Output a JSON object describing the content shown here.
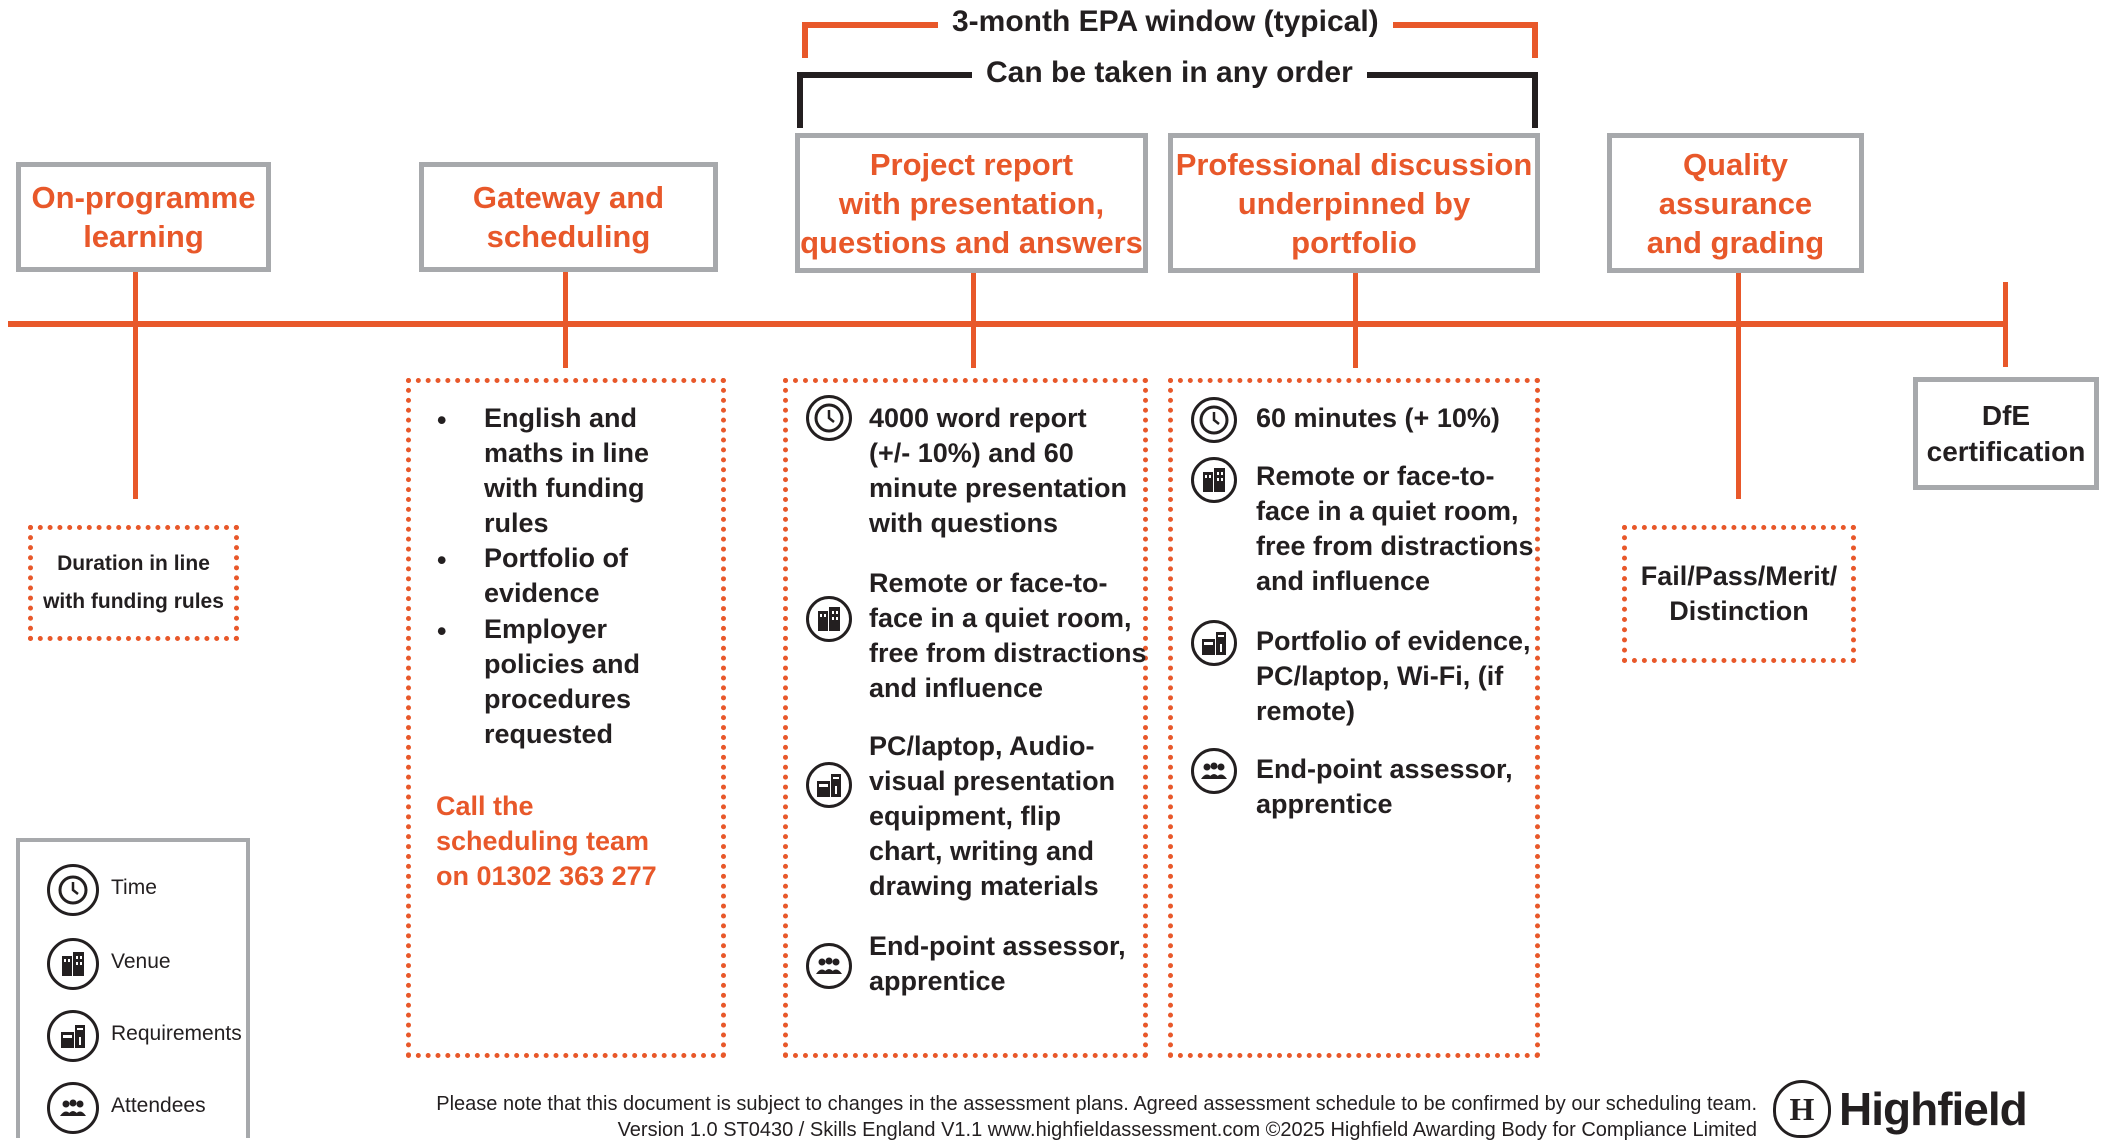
{
  "brackets": {
    "epa_window": "3-month EPA window (typical)",
    "any_order": "Can be taken in any order"
  },
  "stages": {
    "on_programme": "On-programme\nlearning",
    "gateway": "Gateway and\nscheduling",
    "project": "Project report\nwith presentation,\nquestions and answers",
    "professional": "Professional discussion\nunderpinned by\nportfolio",
    "quality": "Quality\nassurance\nand grading",
    "dfe": "DfE\ncertification"
  },
  "details": {
    "duration": "Duration in line\nwith funding rules",
    "gateway_bullets": [
      "English and\nmaths in line\nwith funding\nrules",
      "Portfolio of\nevidence",
      "Employer\npolicies and\nprocedures\nrequested"
    ],
    "call_team": "Call the\nscheduling team\non 01302 363 277",
    "project_items": [
      {
        "icon": "clock-icon",
        "text": "4000 word report\n(+/- 10%) and  60\nminute presentation\nwith questions"
      },
      {
        "icon": "building-icon",
        "text": "Remote or face-to-\nface in a quiet room,\nfree from distractions\nand influence"
      },
      {
        "icon": "requirements-icon",
        "text": "PC/laptop, Audio-\nvisual presentation\nequipment, flip\nchart, writing and\ndrawing materials"
      },
      {
        "icon": "people-icon",
        "text": "End-point assessor,\napprentice"
      }
    ],
    "professional_items": [
      {
        "icon": "clock-icon",
        "text": "60 minutes (+ 10%)"
      },
      {
        "icon": "building-icon",
        "text": "Remote or face-to-\nface in a quiet room,\nfree from distractions\nand influence"
      },
      {
        "icon": "requirements-icon",
        "text": "Portfolio of evidence,\nPC/laptop, Wi-Fi, (if\nremote)"
      },
      {
        "icon": "people-icon",
        "text": "End-point assessor,\napprentice"
      }
    ],
    "grading": "Fail/Pass/Merit/\nDistinction"
  },
  "legend": [
    {
      "icon": "clock-icon",
      "label": "Time"
    },
    {
      "icon": "building-icon",
      "label": "Venue"
    },
    {
      "icon": "requirements-icon",
      "label": "Requirements"
    },
    {
      "icon": "people-icon",
      "label": "Attendees"
    }
  ],
  "footer": {
    "line1": "Please note that this document is subject to changes in the assessment plans.  Agreed assessment schedule to be confirmed by our scheduling team.",
    "line2": "Version 1.0 ST0430 / Skills England V1.1    www.highfieldassessment.com   ©2025 Highfield Awarding Body for Compliance Limited",
    "logo_text": "Highfield",
    "logo_letter": "H"
  },
  "colors": {
    "accent": "#e8582a",
    "grey": "#a7a9ac",
    "text": "#231f20"
  }
}
